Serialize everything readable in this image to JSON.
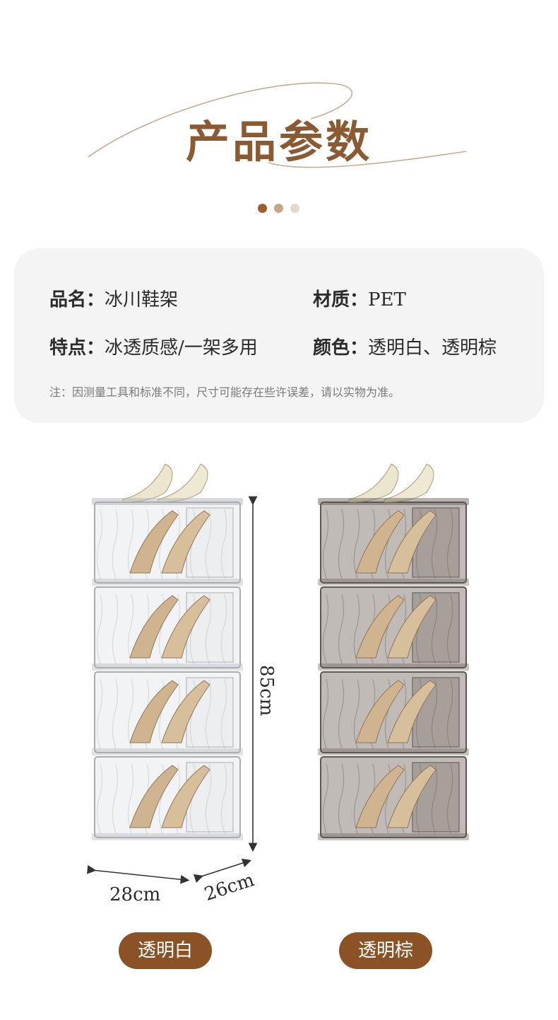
{
  "header": {
    "title": "产品参数",
    "dot_colors": [
      "#9a5f2c",
      "#c6a78a",
      "#e6d9cc"
    ]
  },
  "specs": {
    "name_label": "品名：",
    "name_value": "冰川鞋架",
    "material_label": "材质：",
    "material_value": "PET",
    "feature_label": "特点：",
    "feature_value": "冰透质感/一架多用",
    "color_label": "颜色：",
    "color_value": "透明白、透明棕",
    "note": "注：因测量工具和标准不同，尺寸可能存在些许误差，请以实物为准。"
  },
  "dimensions": {
    "height": "85cm",
    "width": "28cm",
    "depth": "26cm"
  },
  "variants": [
    {
      "label": "透明白",
      "tint": "#e7e9ec"
    },
    {
      "label": "透明棕",
      "tint": "#8d847c"
    }
  ],
  "colors": {
    "accent": "#8b5226",
    "title": "#8a5a33",
    "card_bg": "#f4f4f4"
  }
}
